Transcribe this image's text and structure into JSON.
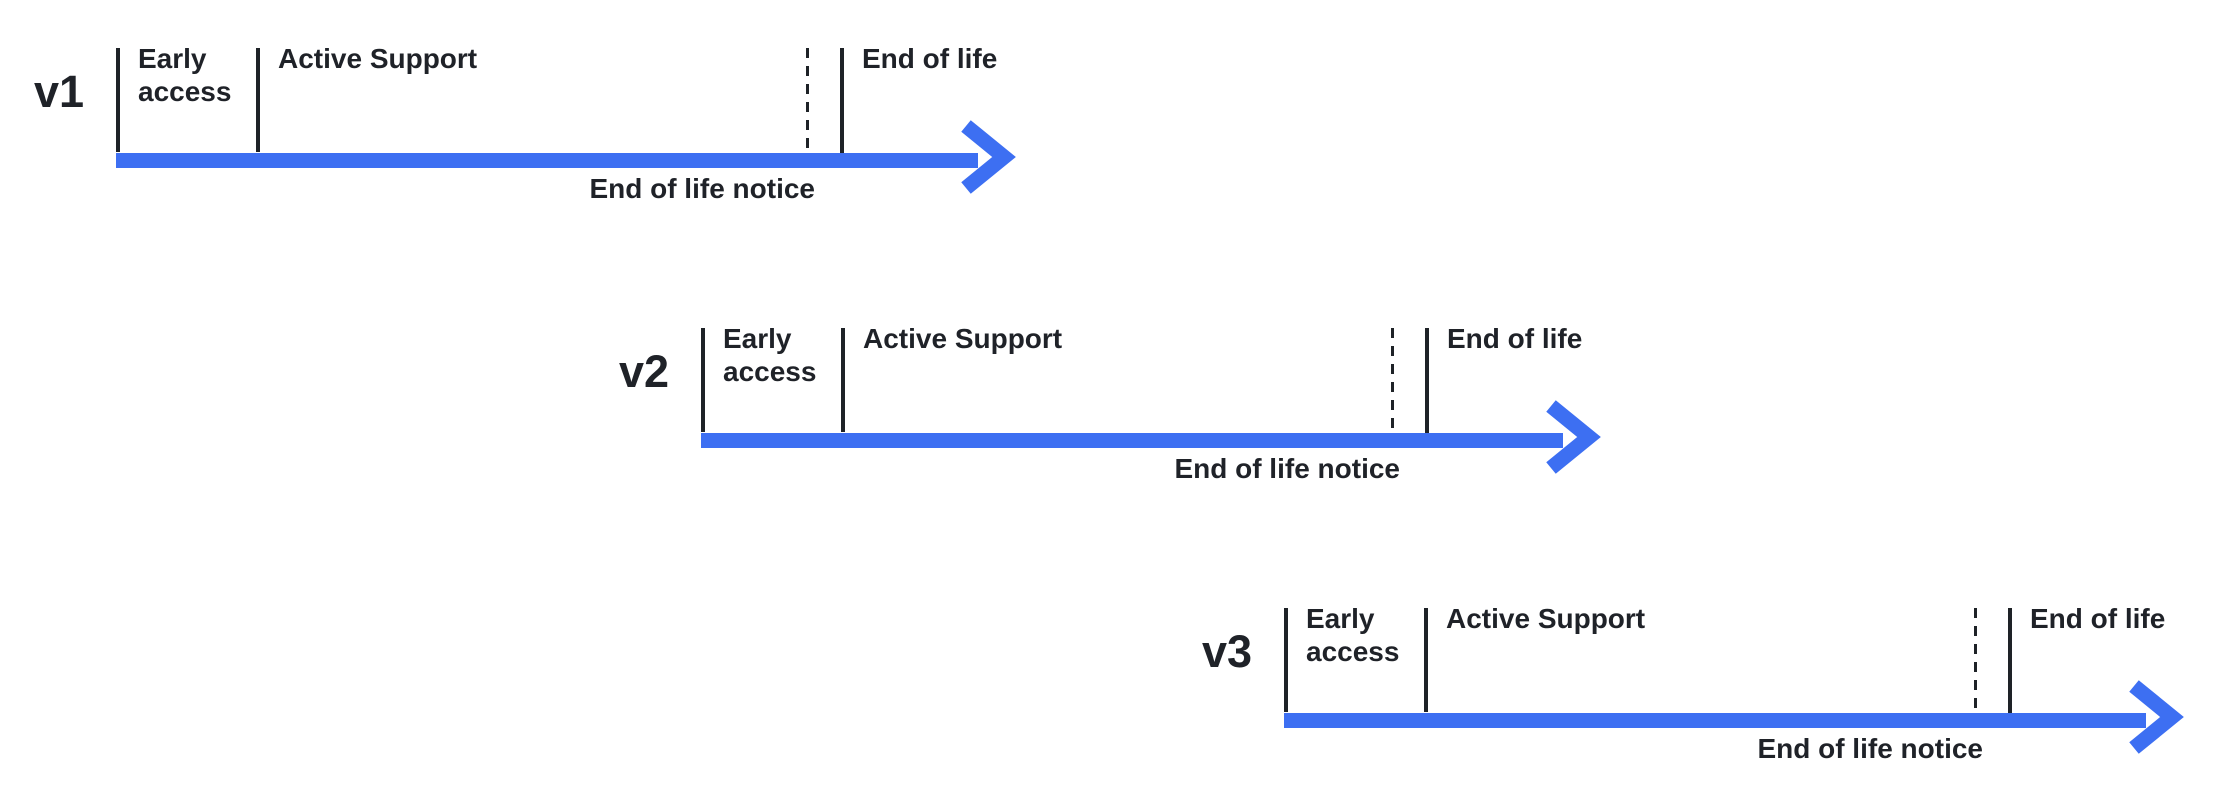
{
  "diagram": {
    "type": "version-lifecycle-timeline",
    "accent_color": "#3d6ff2",
    "line_color": "#1e2227",
    "text_color": "#1f2228",
    "rows": [
      {
        "version": "v1",
        "labels": {
          "early_access": "Early access",
          "active_support": "Active Support",
          "end_of_life": "End of life",
          "eol_notice": "End of life notice"
        }
      },
      {
        "version": "v2",
        "labels": {
          "early_access": "Early access",
          "active_support": "Active Support",
          "end_of_life": "End of life",
          "eol_notice": "End of life notice"
        }
      },
      {
        "version": "v3",
        "labels": {
          "early_access": "Early access",
          "active_support": "Active Support",
          "end_of_life": "End of life",
          "eol_notice": "End of life notice"
        }
      }
    ]
  }
}
